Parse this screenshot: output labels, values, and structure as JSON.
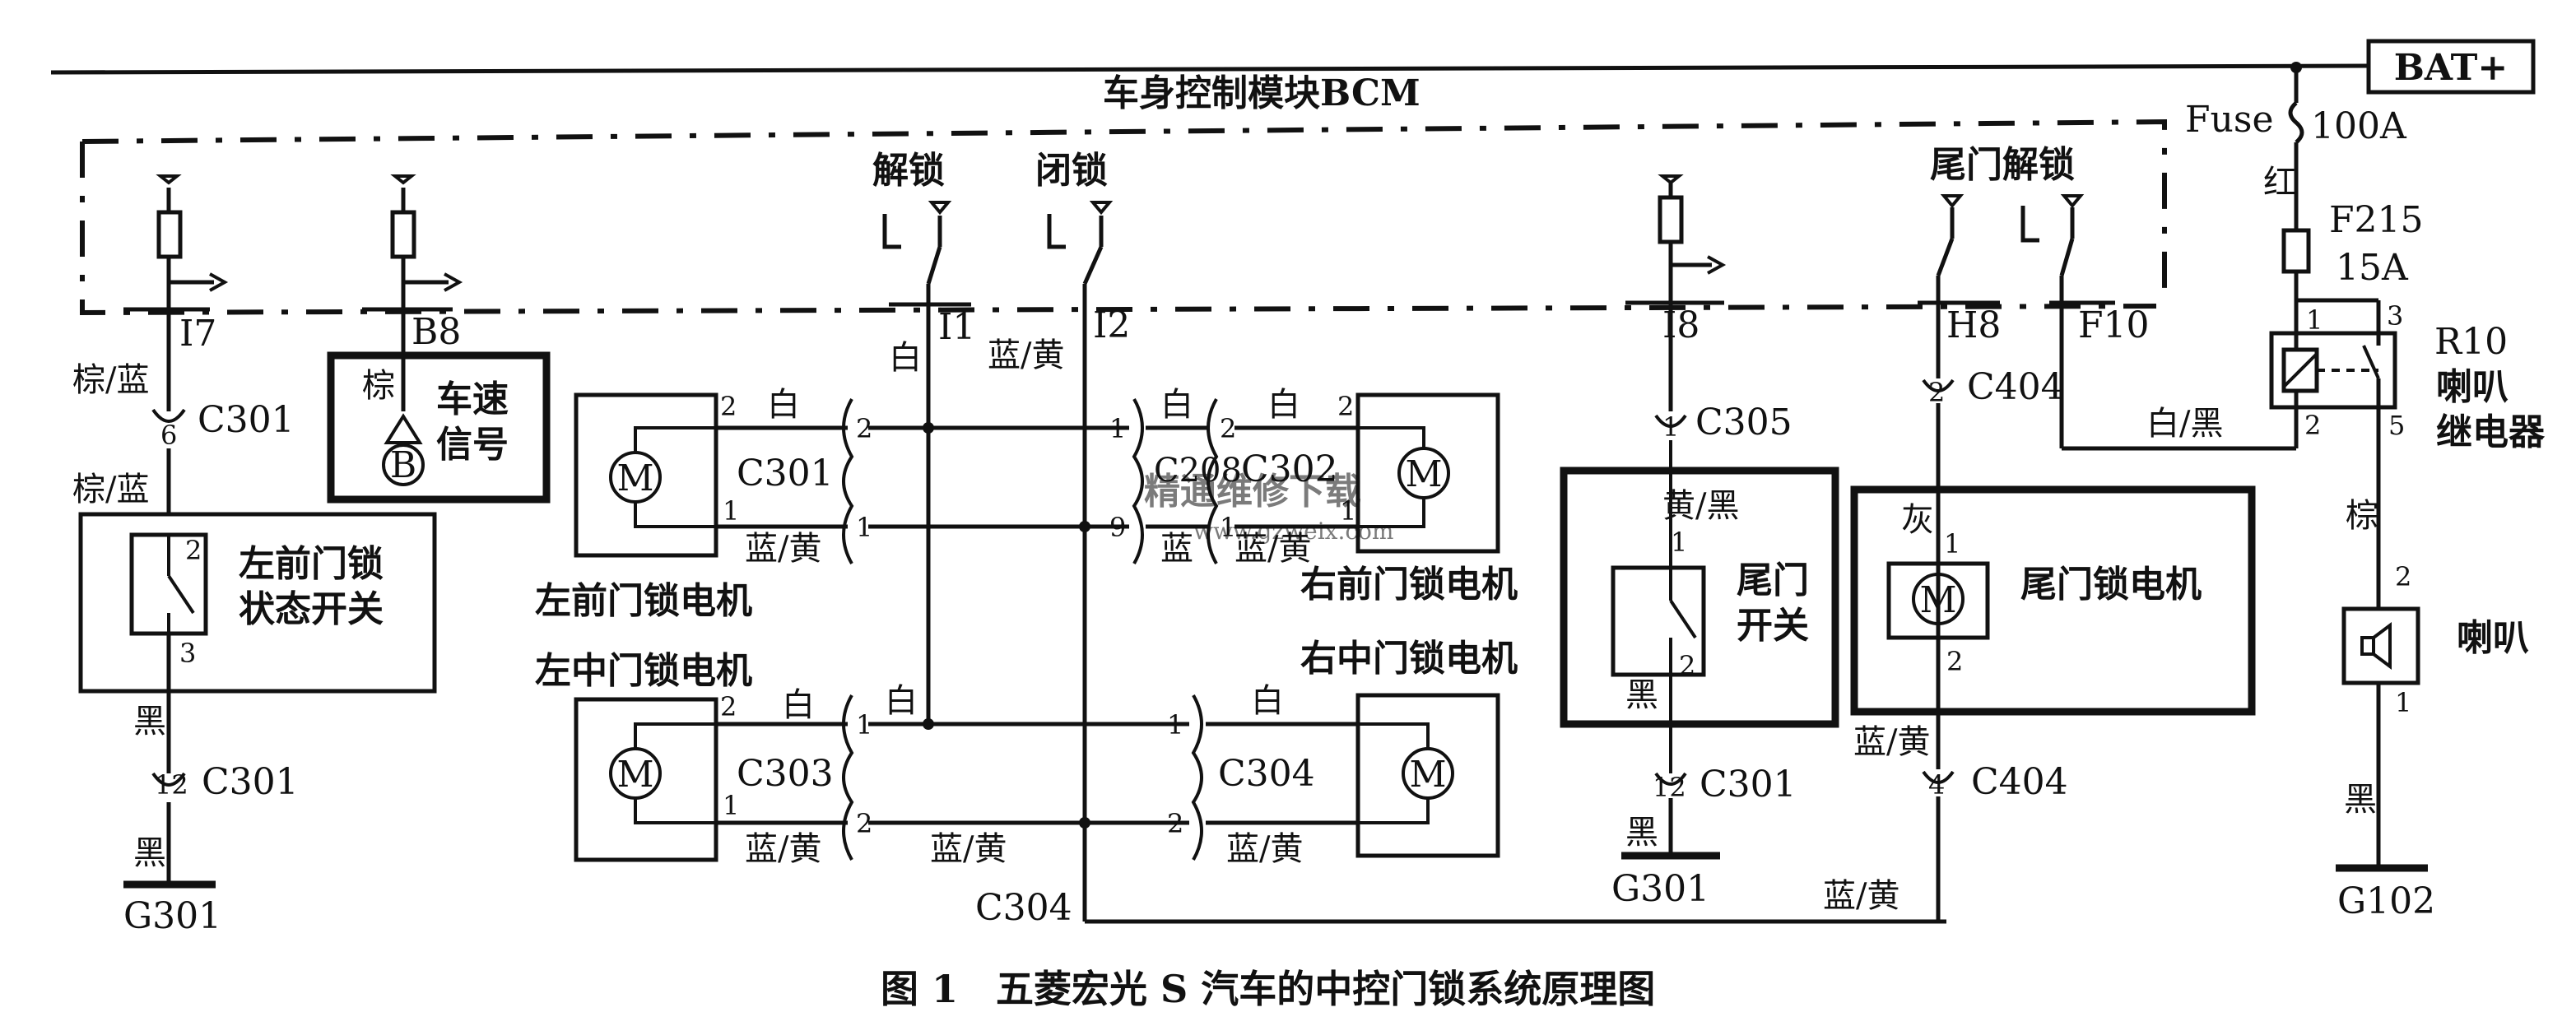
{
  "title": "车身控制模块BCM",
  "caption": "图 1　五菱宏光 S 汽车的中控门锁系统原理图",
  "power": {
    "label": "BAT+",
    "fuse_main": "Fuse",
    "fuse_main_rating": "100A",
    "fuse_sub": "F215",
    "fuse_sub_rating": "15A"
  },
  "bcm_pins": {
    "i7": "I7",
    "b8": "B8",
    "i1": "I1",
    "i2": "I2",
    "i8": "I8",
    "h8": "H8",
    "f10": "F10"
  },
  "bcm_labels": {
    "unlock": "解锁",
    "lock": "闭锁",
    "tailgate_unlock": "尾门解锁"
  },
  "components": {
    "left_front_switch": "左前门锁\n状态开关",
    "speed_signal": "车速\n信号",
    "left_front_motor": "左前门锁电机",
    "left_middle_motor": "左中门锁电机",
    "right_front_motor": "右前门锁电机",
    "right_middle_motor": "右中门锁电机",
    "tailgate_switch": "尾门\n开关",
    "tailgate_motor": "尾门锁电机",
    "horn_relay": "喇叭\n继电器",
    "horn_relay_id": "R10",
    "horn": "喇叭",
    "motor_symbol": "M",
    "b_symbol": "B"
  },
  "connectors": {
    "c301": "C301",
    "c303": "C303",
    "c208": "C208",
    "c302": "C302",
    "c304": "C304",
    "c305": "C305",
    "c404": "C404"
  },
  "grounds": {
    "g301_left": "G301",
    "g301_mid": "G301",
    "g102": "G102"
  },
  "wire_colors": {
    "brown_blue": "棕/蓝",
    "brown": "棕",
    "black": "黑",
    "white": "白",
    "blue_yellow": "蓝/黄",
    "yellow_black": "黄/黑",
    "gray": "灰",
    "red": "红",
    "white_black": "白/黑",
    "blue": "蓝"
  },
  "pin_numbers": {
    "p1": "1",
    "p2": "2",
    "p3": "3",
    "p4": "4",
    "p5": "5",
    "p6": "6",
    "p9": "9",
    "p12": "12"
  },
  "watermark": {
    "text": "精通维修下载",
    "url": "www.gzweix.com"
  }
}
